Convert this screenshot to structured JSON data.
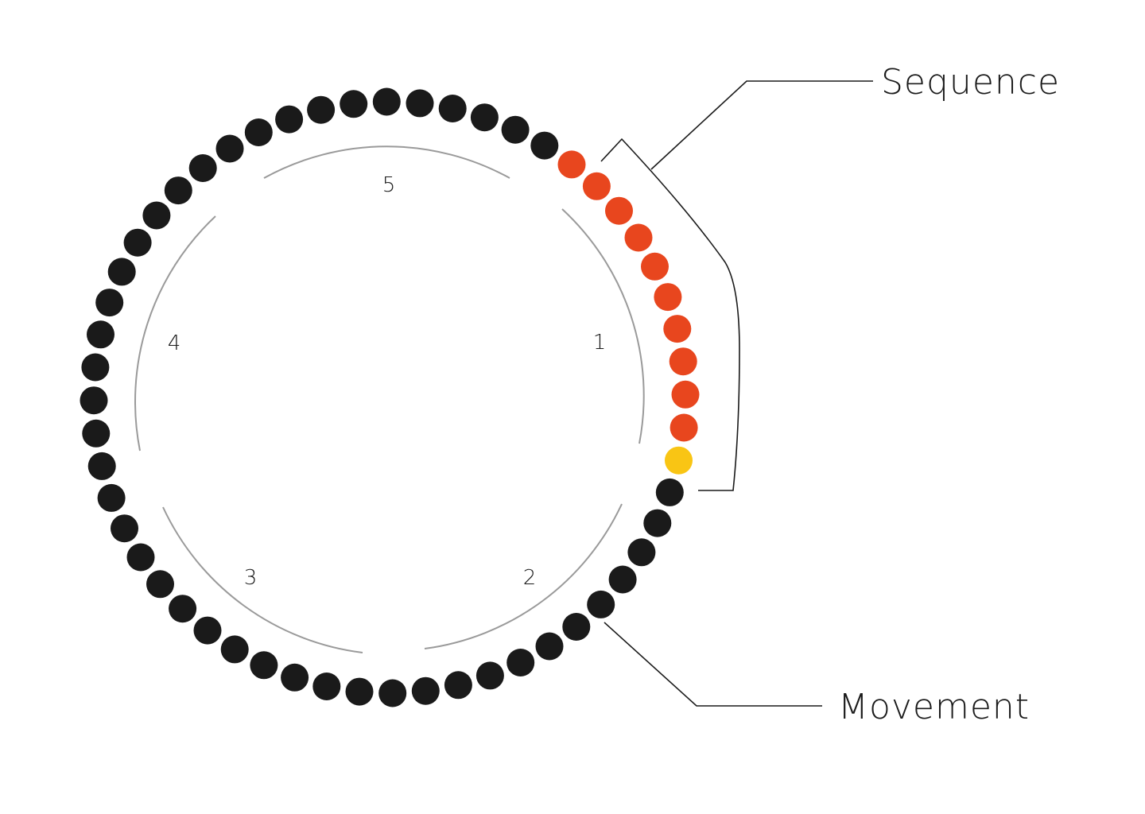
{
  "colors": {
    "dot": "#1a1a1a",
    "sequence": "#e8461e",
    "movement": "#f9c514",
    "arc": "#9a9a9a"
  },
  "dots": {
    "total": 56,
    "sequence_count": 10,
    "movement_index": 10
  },
  "segments": [
    "1",
    "2",
    "3",
    "4",
    "5"
  ],
  "labels": {
    "sequence": "Sequence",
    "movement": "Movement"
  }
}
